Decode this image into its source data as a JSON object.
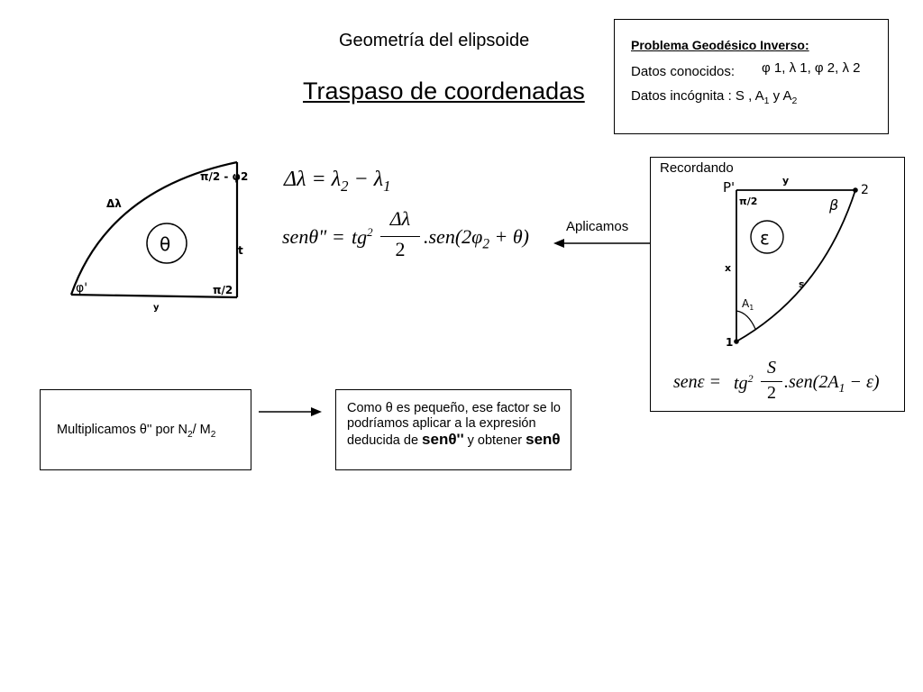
{
  "header": {
    "subtitle": "Geometría del elipsoide",
    "title": "Traspaso de coordenadas"
  },
  "problem_box": {
    "heading": "Problema Geodésico Inverso:",
    "known_label": "Datos conocidos:",
    "known_values": "φ 1, λ 1, φ 2, λ 2",
    "unknown_label": "Datos incógnita : S , A",
    "unknown_sub1": "1",
    "unknown_mid": " y  A",
    "unknown_sub2": "2"
  },
  "left_figure": {
    "delta_lambda": "Δλ",
    "top_angle": "π/2 - φ2",
    "center_symbol": "θ",
    "side_t": "t",
    "corner_phi": "φ'",
    "corner_right": "π/2",
    "side_y": "y"
  },
  "formulas": {
    "f1_lhs": "Δλ",
    "f1_eq": "=",
    "f1_a": "λ",
    "f1_a_sub": "2",
    "f1_minus": "−",
    "f1_b": "λ",
    "f1_b_sub": "1",
    "f2_lhs": "senθ\" =",
    "f2_tg": "tg",
    "f2_sq": "2",
    "f2_num": "Δλ",
    "f2_den": "2",
    "f2_rest": ".sen(2φ",
    "f2_rest_sub": "2",
    "f2_end": " + θ)"
  },
  "arrow_label": "Aplicamos",
  "recall_box": {
    "label": "Recordando",
    "p_label": "P'",
    "right_angle": "π/2",
    "y_label": "y",
    "point2": "2",
    "beta": "β",
    "epsilon": "ε",
    "x_label": "x",
    "s_label": "s",
    "a1": "A",
    "a1_sub": "1",
    "point1": "1",
    "f_lhs": "senε =",
    "f_tg": "tg",
    "f_sq": "2",
    "f_num": "S",
    "f_den": "2",
    "f_rest": ".sen(2A",
    "f_rest_sub": "1",
    "f_end": " − ε)"
  },
  "multiply_box": {
    "text": "Multiplicamos θ'' por N",
    "sub1": "2",
    "mid": "/ M",
    "sub2": "2"
  },
  "theta_box": {
    "line1": "Como θ es pequeño, ese factor se lo podríamos aplicar a la expresión deducida de ",
    "bold1": "senθ''",
    "line2": " y obtener ",
    "bold2": "senθ"
  }
}
